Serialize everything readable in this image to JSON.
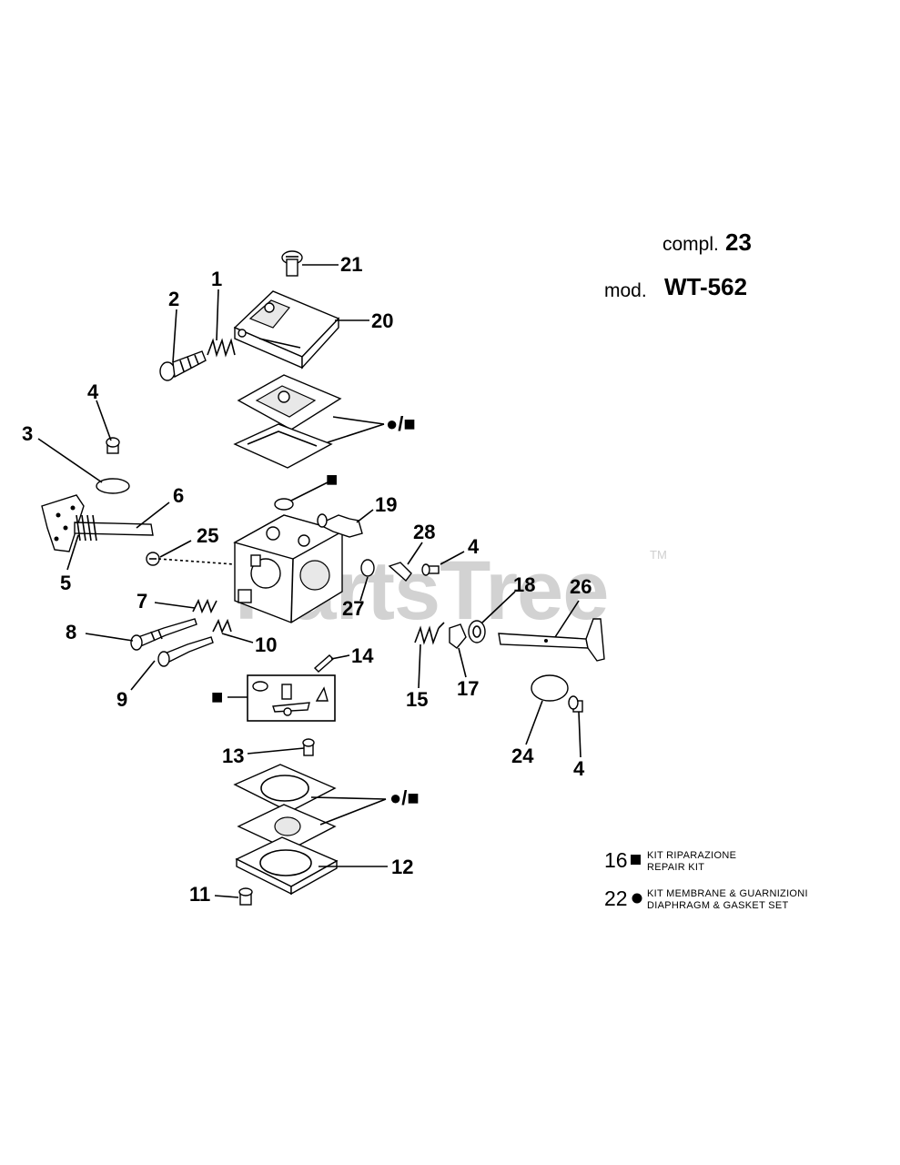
{
  "header": {
    "compl_label": "compl.",
    "compl_number": "23",
    "model_label": "mod.",
    "model_value": "WT-562"
  },
  "watermark": {
    "text": "PartsTree",
    "trademark": "TM"
  },
  "callouts": [
    "1",
    "2",
    "3",
    "4",
    "4",
    "4",
    "5",
    "6",
    "7",
    "8",
    "9",
    "10",
    "11",
    "12",
    "13",
    "14",
    "15",
    "17",
    "18",
    "19",
    "20",
    "21",
    "24",
    "25",
    "26",
    "27",
    "28"
  ],
  "legend": [
    {
      "number": "16",
      "symbol": "square",
      "line1": "KIT RIPARAZIONE",
      "line2": "REPAIR KIT"
    },
    {
      "number": "22",
      "symbol": "circle",
      "line1": "KIT MEMBRANE & GUARNIZIONI",
      "line2": "DIAPHRAGM & GASKET SET"
    }
  ],
  "kit_markers": [
    "●/■",
    "■",
    "■",
    "●/■"
  ]
}
